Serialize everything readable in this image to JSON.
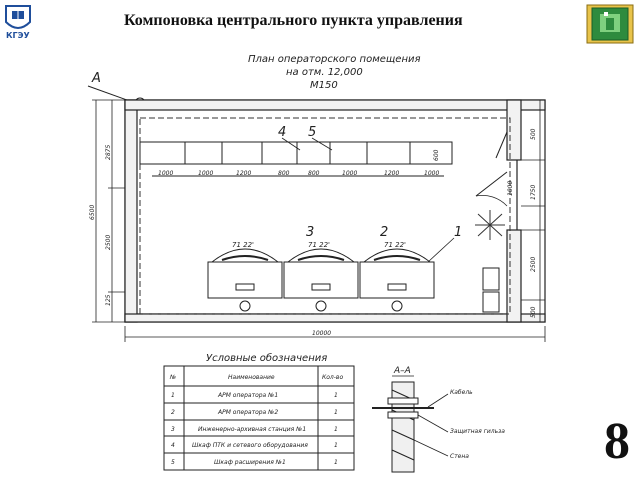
{
  "header": {
    "title": "Компоновка центрального пункта управления",
    "logo_text": "КГЭУ",
    "page_number": "8"
  },
  "plan": {
    "caption_line1": "План операторского помещения",
    "caption_line2": "на отм. 12,000",
    "caption_line3": "М150",
    "section_mark": "А",
    "callouts": [
      "1",
      "2",
      "3",
      "4",
      "5"
    ],
    "angles": [
      "71 22'",
      "71 22'",
      "71 22'"
    ],
    "cabinet_widths": [
      "1000",
      "1000",
      "1200",
      "800",
      "800",
      "1000",
      "1200",
      "1000"
    ],
    "depth_dim": "600",
    "left_dims": [
      "2875",
      "6500",
      "2500",
      "125"
    ],
    "right_dims": [
      "500",
      "1000",
      "1750",
      "2500",
      "500"
    ],
    "bottom_dim": "10000"
  },
  "legend": {
    "title": "Условные обозначения",
    "columns": [
      "№",
      "Наименование",
      "Кол-во"
    ],
    "rows": [
      [
        "1",
        "АРМ оператора №1",
        "1"
      ],
      [
        "2",
        "АРМ оператора №2",
        "1"
      ],
      [
        "3",
        "Инженерно-архивная станция №1",
        "1"
      ],
      [
        "4",
        "Шкаф ПТК и сетевого оборудования",
        "1"
      ],
      [
        "5",
        "Шкаф расширения №1",
        "1"
      ]
    ]
  },
  "section": {
    "title": "А–А",
    "labels": [
      "Кабель",
      "Защитная гильза",
      "Стена"
    ]
  }
}
